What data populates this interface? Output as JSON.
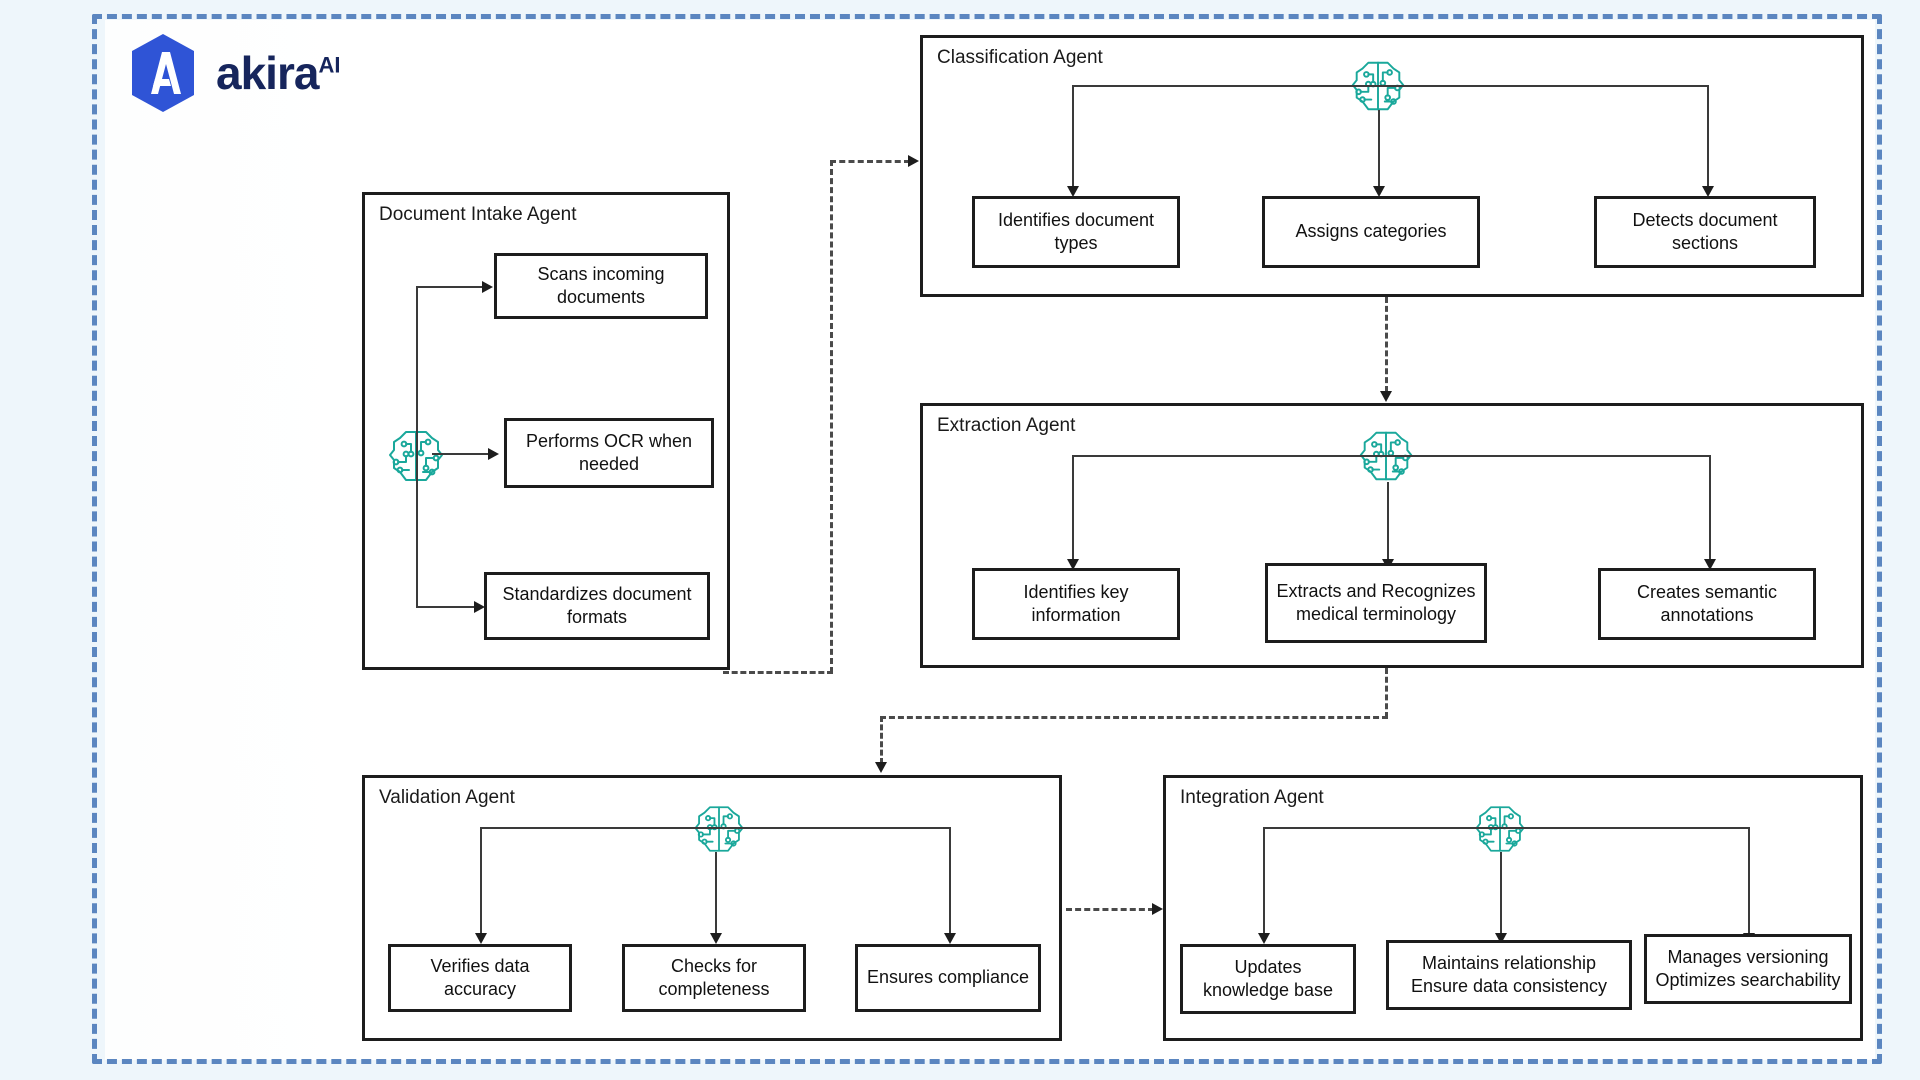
{
  "brand": {
    "name": "akira",
    "superscript": "AI",
    "logo_icon": "akira-hexagon-logo",
    "hex_color": "#2f54d6",
    "text_color": "#16255c"
  },
  "theme": {
    "page_background": "#eef6fb",
    "frame_border": "#5b86c0",
    "box_border": "#1d1d1d",
    "brain_icon_color": "#1aa89b",
    "connector_color": "#3a3a3a"
  },
  "agents": [
    {
      "id": "document-intake",
      "title": "Document Intake Agent",
      "icon": "brain-circuit-icon",
      "layout": "vertical",
      "nodes": [
        {
          "label": "Scans incoming documents"
        },
        {
          "label": "Performs OCR when needed"
        },
        {
          "label": "Standardizes document formats"
        }
      ]
    },
    {
      "id": "classification",
      "title": "Classification Agent",
      "icon": "brain-circuit-icon",
      "layout": "horizontal",
      "nodes": [
        {
          "label": "Identifies document types"
        },
        {
          "label": "Assigns categories"
        },
        {
          "label": "Detects document sections"
        }
      ]
    },
    {
      "id": "extraction",
      "title": "Extraction Agent",
      "icon": "brain-circuit-icon",
      "layout": "horizontal",
      "nodes": [
        {
          "label": "Identifies key information"
        },
        {
          "label": "Extracts and Recognizes medical terminology"
        },
        {
          "label": "Creates semantic annotations"
        }
      ]
    },
    {
      "id": "validation",
      "title": "Validation Agent",
      "icon": "brain-circuit-icon",
      "layout": "horizontal",
      "nodes": [
        {
          "label": "Verifies data accuracy"
        },
        {
          "label": "Checks for completeness"
        },
        {
          "label": "Ensures compliance"
        }
      ]
    },
    {
      "id": "integration",
      "title": "Integration Agent",
      "icon": "brain-circuit-icon",
      "layout": "horizontal",
      "nodes": [
        {
          "label": "Updates knowledge base"
        },
        {
          "label": "Maintains relationship Ensure data consistency"
        },
        {
          "label": "Manages versioning Optimizes searchability"
        }
      ]
    }
  ],
  "flow_connections": [
    {
      "from": "document-intake",
      "to": "classification",
      "style": "dashed"
    },
    {
      "from": "classification",
      "to": "extraction",
      "style": "dashed"
    },
    {
      "from": "extraction",
      "to": "validation",
      "style": "dashed"
    },
    {
      "from": "validation",
      "to": "integration",
      "style": "dashed"
    }
  ]
}
